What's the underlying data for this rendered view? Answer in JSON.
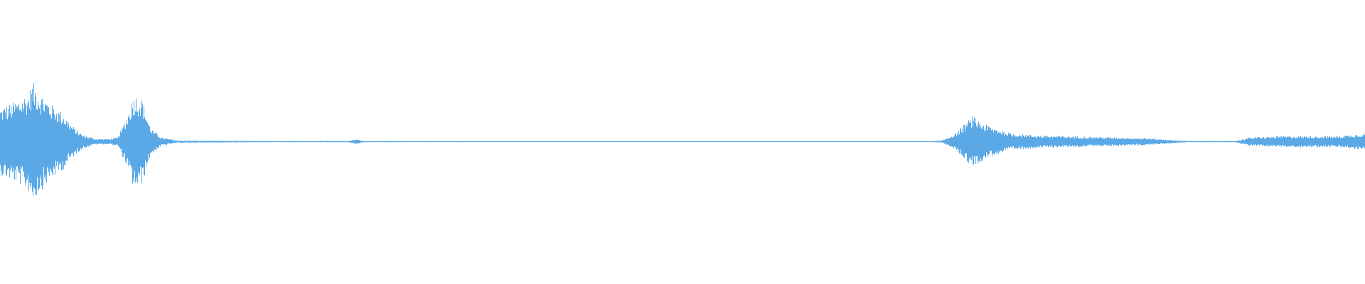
{
  "waveform": {
    "color": "#5aa9e6",
    "background": "#ffffff",
    "amplitude_envelope": [
      [
        0.0,
        0.24
      ],
      [
        0.01,
        0.28
      ],
      [
        0.02,
        0.34
      ],
      [
        0.024,
        0.42
      ],
      [
        0.03,
        0.34
      ],
      [
        0.038,
        0.26
      ],
      [
        0.046,
        0.2
      ],
      [
        0.052,
        0.12
      ],
      [
        0.06,
        0.05
      ],
      [
        0.07,
        0.02
      ],
      [
        0.08,
        0.02
      ],
      [
        0.086,
        0.03
      ],
      [
        0.092,
        0.16
      ],
      [
        0.098,
        0.34
      ],
      [
        0.104,
        0.3
      ],
      [
        0.11,
        0.1
      ],
      [
        0.118,
        0.03
      ],
      [
        0.13,
        0.008
      ],
      [
        0.2,
        0.004
      ],
      [
        0.255,
        0.004
      ],
      [
        0.261,
        0.018
      ],
      [
        0.266,
        0.004
      ],
      [
        0.4,
        0.003
      ],
      [
        0.5,
        0.002
      ],
      [
        0.6,
        0.002
      ],
      [
        0.68,
        0.002
      ],
      [
        0.69,
        0.008
      ],
      [
        0.7,
        0.06
      ],
      [
        0.712,
        0.18
      ],
      [
        0.722,
        0.12
      ],
      [
        0.74,
        0.06
      ],
      [
        0.76,
        0.045
      ],
      [
        0.8,
        0.035
      ],
      [
        0.84,
        0.025
      ],
      [
        0.87,
        0.004
      ],
      [
        0.905,
        0.004
      ],
      [
        0.915,
        0.03
      ],
      [
        0.94,
        0.04
      ],
      [
        0.98,
        0.04
      ],
      [
        1.0,
        0.06
      ]
    ]
  }
}
